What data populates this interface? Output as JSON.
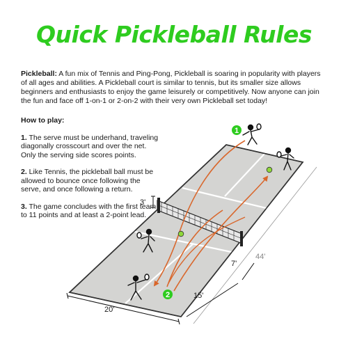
{
  "title": "Quick Pickleball Rules",
  "intro": {
    "label": "Pickleball:",
    "text": " A fun mix of Tennis and Ping-Pong, Pickleball is soaring in popularity with players of all ages and abilities. A Pickleball court is similar to tennis, but its smaller size allows beginners and enthusiasts to enjoy the game leisurely or competitively. Now anyone can join the fun and face off 1-on-1 or 2-on-2 with their very own Pickleball set today!"
  },
  "how_to_play": {
    "heading": "How to play:",
    "rules": [
      {
        "num": "1.",
        "text": " The serve must be underhand, traveling diagonally crosscourt and over the net. Only the serving side scores points."
      },
      {
        "num": "2.",
        "text": " Like Tennis, the pickleball ball must be allowed to bounce once following the serve, and once following a return."
      },
      {
        "num": "3.",
        "text": " The game concludes with the first team to 11 points and at least a 2-point lead."
      }
    ]
  },
  "diagram": {
    "dimensions": {
      "net_height": "3'",
      "length": "44'",
      "kitchen": "7'",
      "half_length": "15'",
      "width": "20'"
    },
    "markers": [
      "1",
      "2"
    ],
    "colors": {
      "court": "#d4d4d2",
      "lines": "#ffffff",
      "outline": "#333333",
      "path": "#d9672c",
      "ball": "#8fd83a",
      "marker": "#2ecc1f",
      "title": "#2ecc1f"
    }
  }
}
